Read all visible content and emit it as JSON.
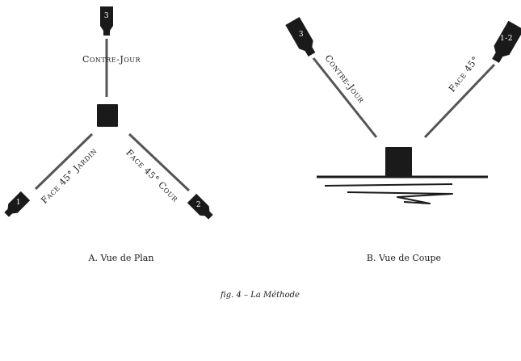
{
  "plan": {
    "light_top_number": "3",
    "light_left_number": "1",
    "light_right_number": "2",
    "beam_top_label": "Contre-Jour",
    "beam_left_label": "Face 45° Jardin",
    "beam_right_label": "Face 45° Cour",
    "caption": "A. Vue de Plan"
  },
  "section": {
    "light_left_number": "3",
    "light_right_number": "1-2",
    "beam_left_label": "Contre-Jour",
    "beam_right_label": "Face 45°",
    "caption": "B. Vue de Coupe"
  },
  "figure_caption": "fig. 4 – La Méthode",
  "colors": {
    "ink": "#1a1a1a",
    "beam": "#555555",
    "background": "#ffffff"
  }
}
